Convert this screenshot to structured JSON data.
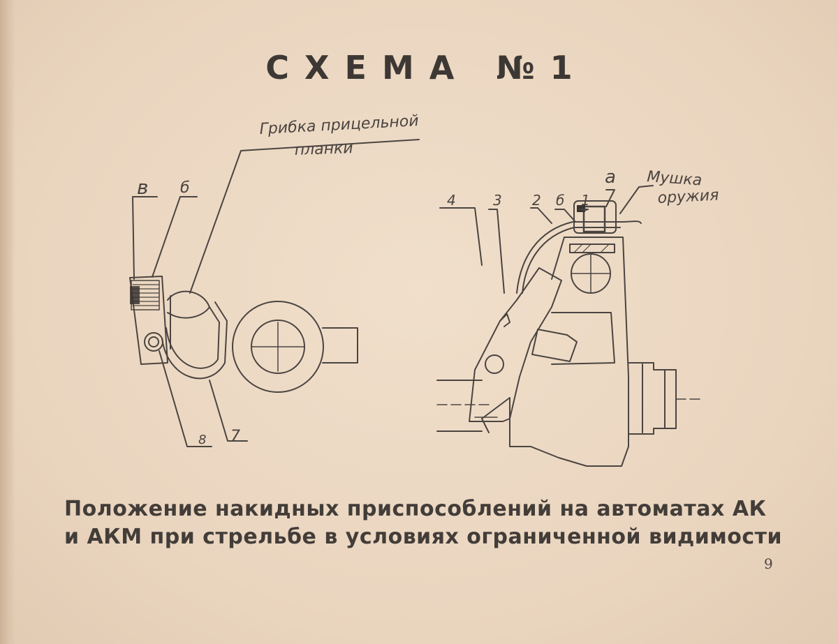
{
  "title": "СХЕМА №1",
  "left_figure": {
    "callout_label": [
      "Грибка прицельной",
      "планки"
    ],
    "labels": [
      "в",
      "б",
      "8",
      "7"
    ]
  },
  "right_figure": {
    "callout_label": [
      "Мушка",
      "оружия"
    ],
    "labels": [
      "4",
      "3",
      "2",
      "б",
      "1",
      "а"
    ]
  },
  "caption": {
    "line1": "Положение накидных приспособлений на автоматах АК",
    "line2": "и АКМ при стрельбе в условиях ограниченной видимости"
  },
  "page_number": "9"
}
